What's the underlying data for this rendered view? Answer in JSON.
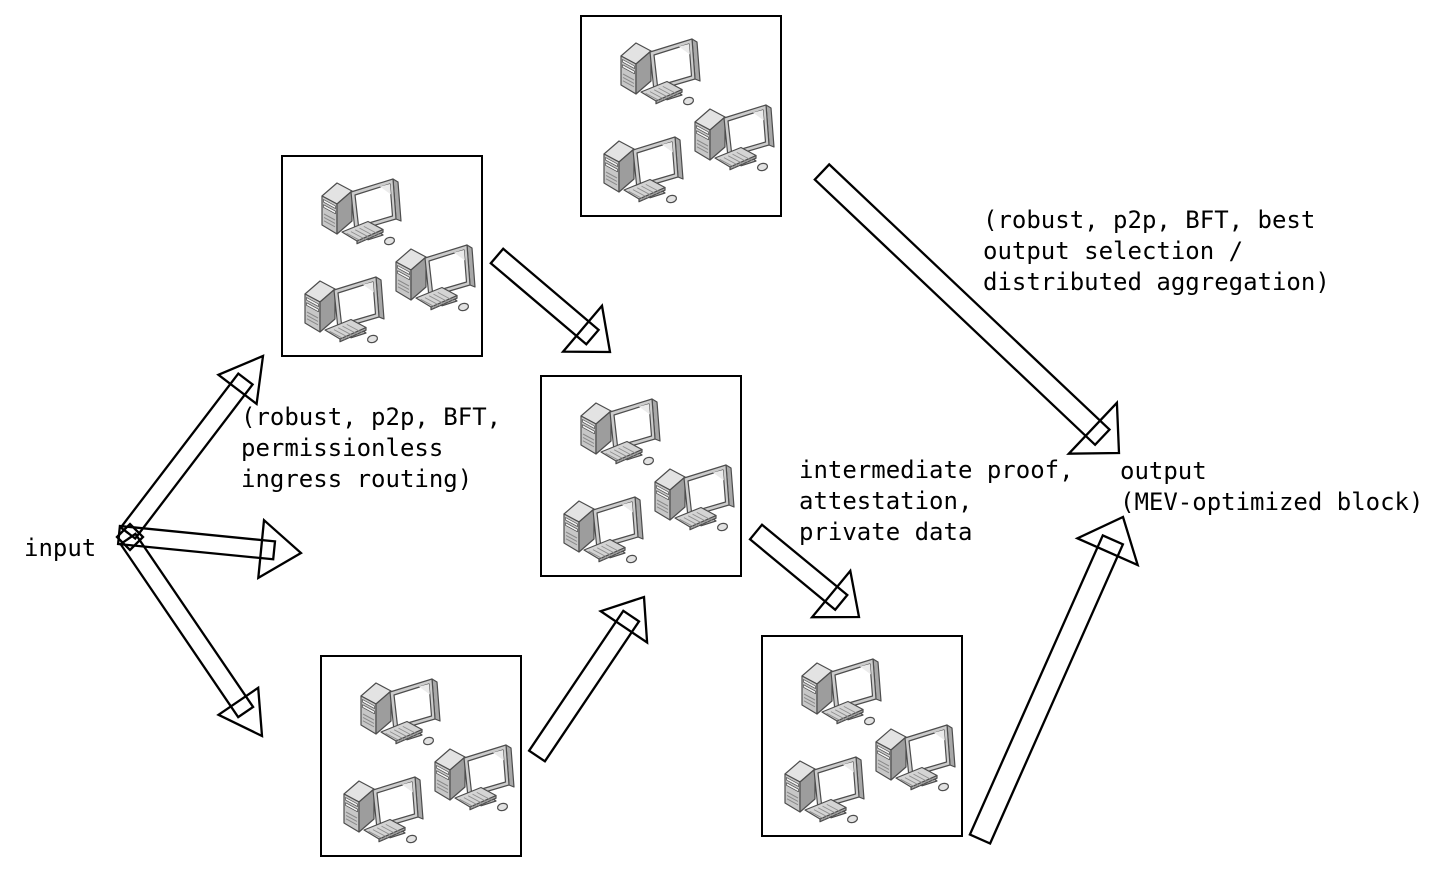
{
  "diagram": {
    "input_label": "input",
    "ingress_note": "(robust, p2p, BFT,\npermissionless\ningress routing)",
    "aggregation_note": "(robust, p2p, BFT, best\noutput selection /\ndistributed aggregation)",
    "intermediate_note": "intermediate proof,\nattestation,\nprivate data",
    "output_note": "output\n(MEV-optimized block)",
    "clusters": [
      {
        "id": "top-cluster",
        "icon": "computer-icon",
        "computers": 3
      },
      {
        "id": "upper-left-cluster",
        "icon": "computer-icon",
        "computers": 3
      },
      {
        "id": "middle-cluster",
        "icon": "computer-icon",
        "computers": 3
      },
      {
        "id": "lower-left-cluster",
        "icon": "computer-icon",
        "computers": 3
      },
      {
        "id": "lower-right-cluster",
        "icon": "computer-icon",
        "computers": 3
      }
    ],
    "edges": [
      {
        "from": "input",
        "to": "upper-left-cluster"
      },
      {
        "from": "input",
        "to": "middle-cluster"
      },
      {
        "from": "input",
        "to": "lower-left-cluster"
      },
      {
        "from": "upper-left-cluster",
        "to": "middle-cluster"
      },
      {
        "from": "lower-left-cluster",
        "to": "middle-cluster"
      },
      {
        "from": "middle-cluster",
        "to": "lower-right-cluster"
      },
      {
        "from": "top-cluster",
        "to": "output"
      },
      {
        "from": "lower-right-cluster",
        "to": "output"
      }
    ],
    "colors": {
      "background": "#ffffff",
      "line": "#000000",
      "icon_outline": "#4d4d4d",
      "icon_fill_light": "#c7c7c7",
      "icon_fill_dark": "#9d9d9d"
    }
  }
}
